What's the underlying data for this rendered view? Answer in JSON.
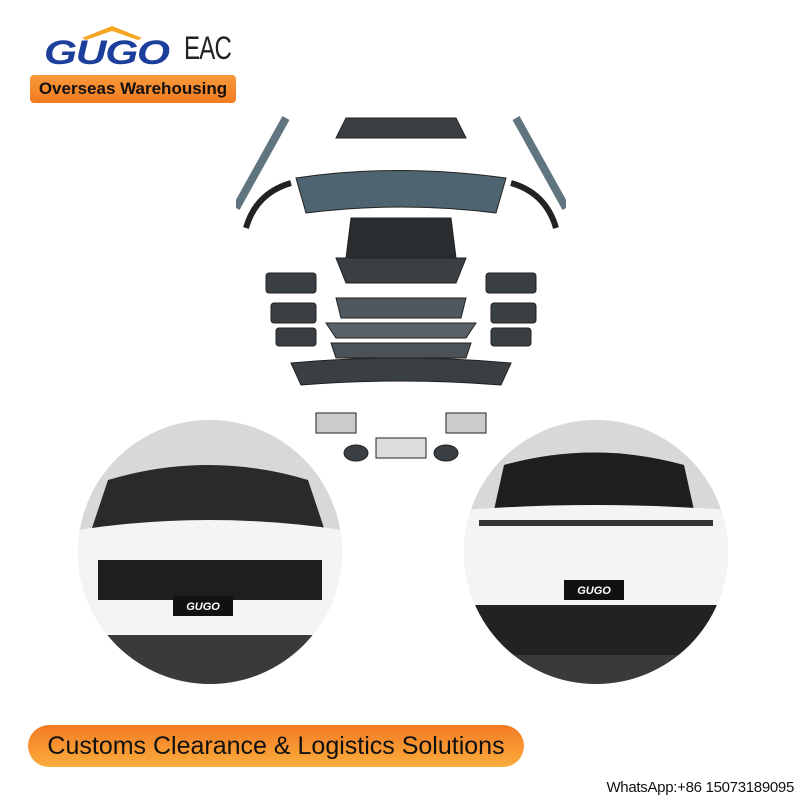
{
  "brand": {
    "logo_text": "GUGO",
    "certification": "EAC",
    "color": "#1c3f9c",
    "roof_color": "#f5a623"
  },
  "badges": {
    "top": "Overseas Warehousing",
    "bottom": "Customs Clearance & Logistics Solutions",
    "color": "#f68a2c"
  },
  "contact": {
    "whatsapp": "WhatsApp:+86 15073189095"
  },
  "images": {
    "front_plate": "GUGO",
    "rear_plate": "GUGO"
  }
}
